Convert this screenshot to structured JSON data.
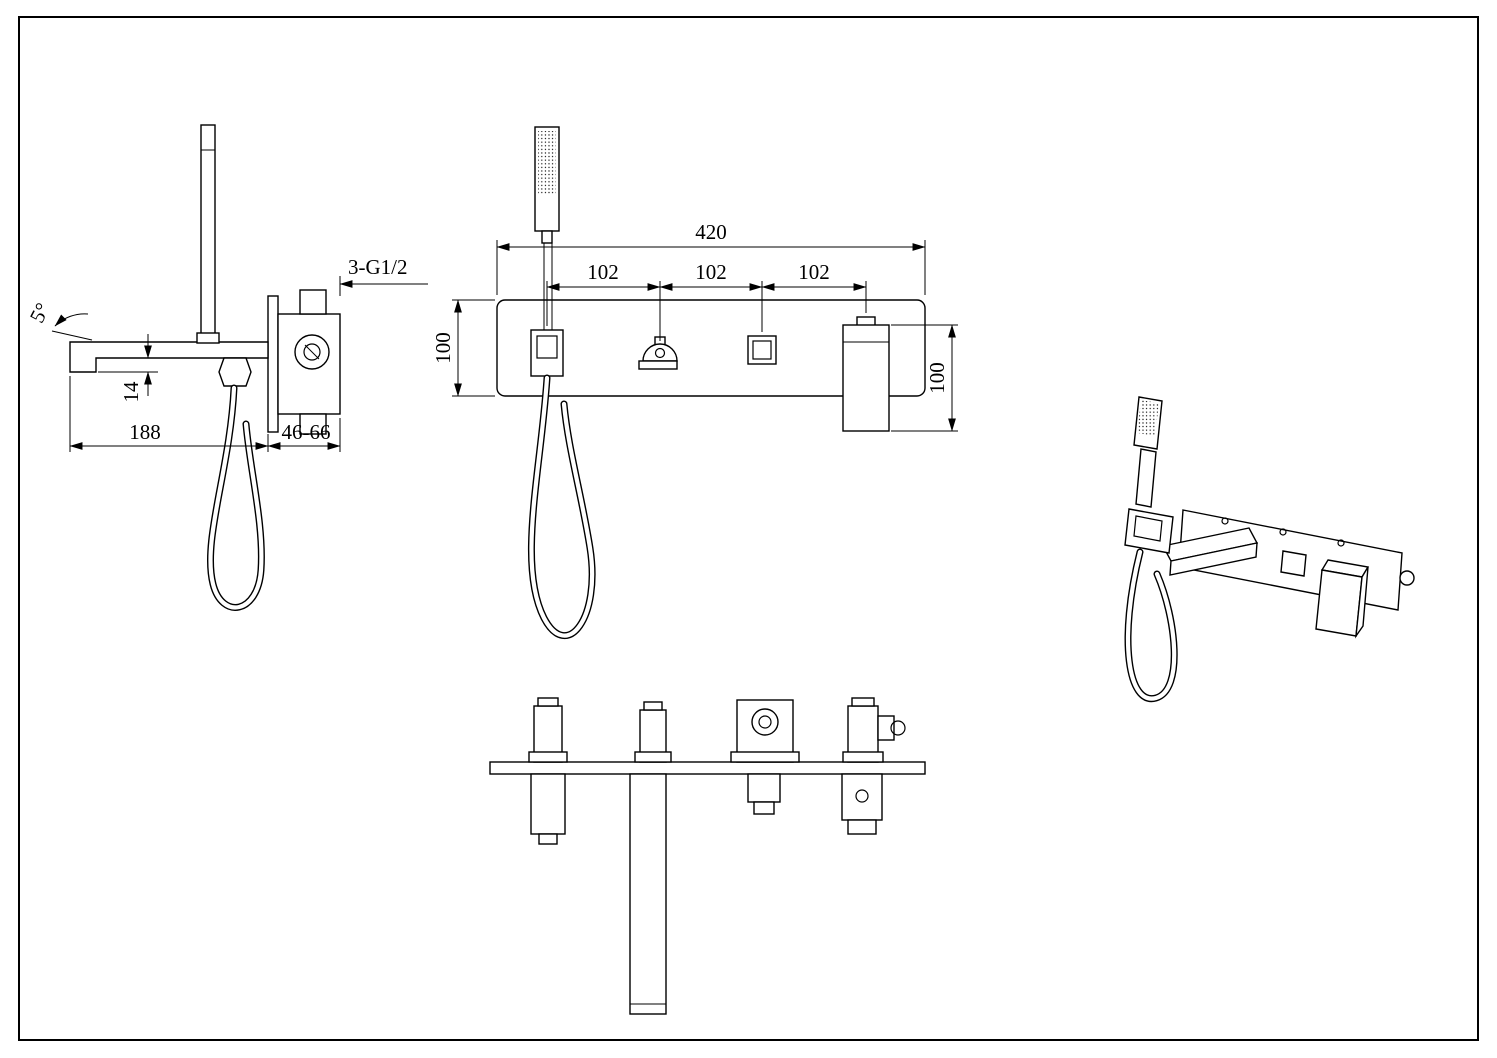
{
  "side_view": {
    "angle": "5°",
    "drop": "14",
    "reach": "188",
    "depth_range": "46-66",
    "thread": "3-G1/2"
  },
  "front_view": {
    "width": "420",
    "spacing_a": "102",
    "spacing_b": "102",
    "spacing_c": "102",
    "plate_height": "100",
    "handle_height": "100"
  }
}
